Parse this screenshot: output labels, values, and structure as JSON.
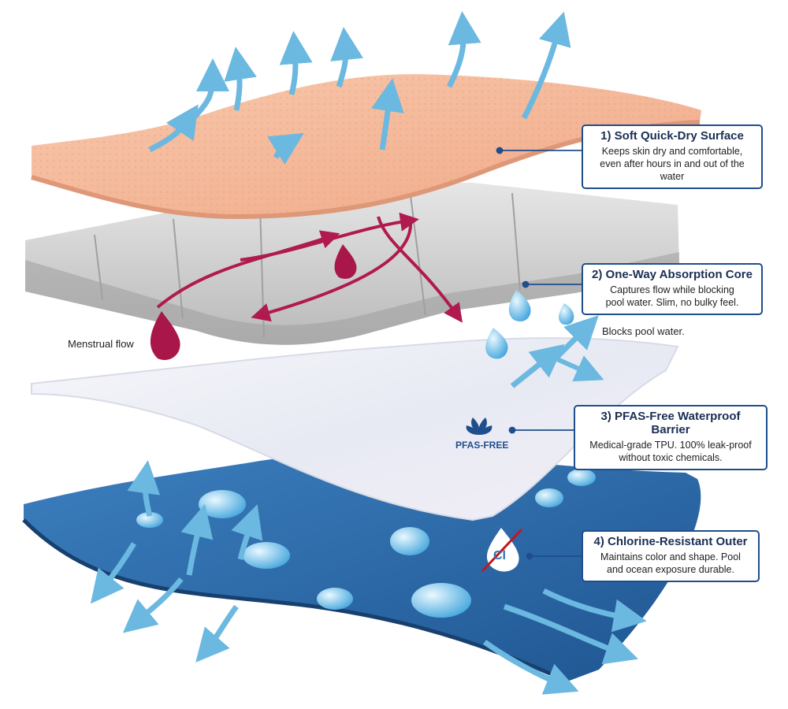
{
  "callouts": [
    {
      "title": "1) Soft Quick-Dry Surface",
      "line1": "Keeps skin dry and comfortable,",
      "line2": "even after hours in and out of the water"
    },
    {
      "title": "2) One-Way Absorption Core",
      "line1": "Captures flow while blocking",
      "line2": "pool water. Slim, no bulky feel."
    },
    {
      "title": "3) PFAS-Free Waterproof Barrier",
      "line1": "Medical-grade TPU. 100% leak-proof",
      "line2": "without toxic chemicals."
    },
    {
      "title": "4) Chlorine-Resistant Outer",
      "line1": "Maintains color and shape. Pool",
      "line2": "and ocean exposure durable."
    }
  ],
  "labels": {
    "menstrual_flow": "Menstrual flow",
    "blocks_pool_water": "Blocks pool water.",
    "pfas_badge": "PFAS-FREE",
    "chlorine_symbol": "Cl"
  },
  "colors": {
    "callout_border": "#1f4e8c",
    "surface": "#f5bb9c",
    "core": "#d4d4d4",
    "barrier": "#eef0f4",
    "outer": "#2f6fae",
    "air_arrow": "#6bb8e0",
    "flow": "#a8164a",
    "water_drop": "#8fd0ee"
  },
  "icons": [
    "leaf-icon",
    "no-chlorine-icon",
    "water-drop-icon",
    "airflow-arrow-icon"
  ]
}
